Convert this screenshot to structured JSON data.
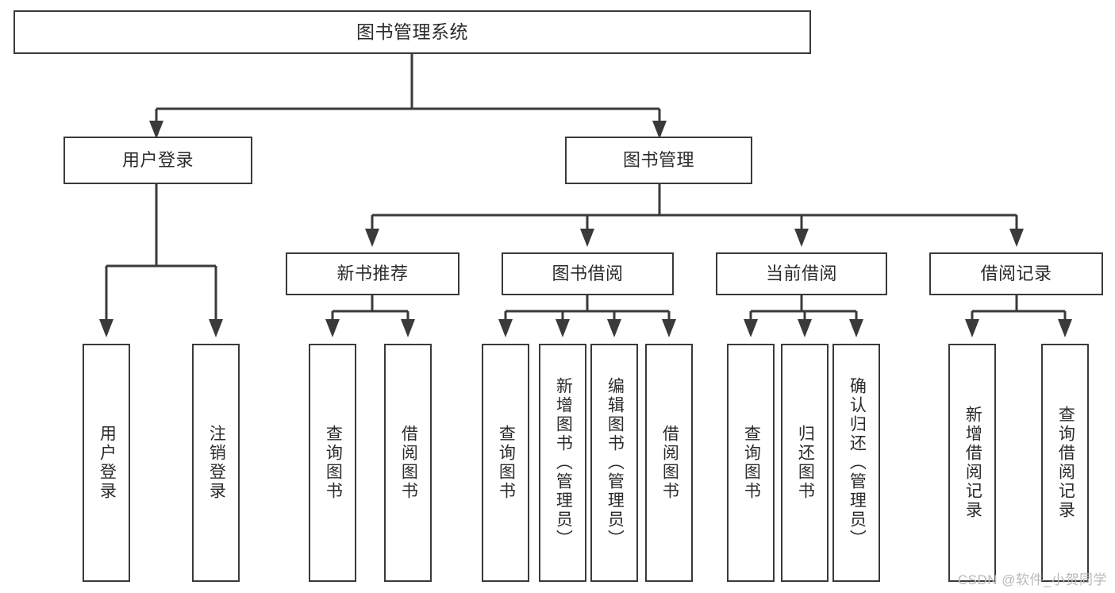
{
  "diagram": {
    "title": "图书管理系统",
    "type": "tree",
    "orientation": "top-down",
    "colors": {
      "box_border": "#3a3a3a",
      "box_fill": "#ffffff",
      "connector": "#3a3a3a",
      "text": "#2b2b2b",
      "watermark": "#b9b9b9",
      "background": "#ffffff"
    },
    "nodes": {
      "root": {
        "label": "图书管理系统",
        "level": 1
      },
      "level2": [
        {
          "id": "user-login",
          "label": "用户登录"
        },
        {
          "id": "book-management",
          "label": "图书管理"
        }
      ],
      "level3": [
        {
          "id": "new-book-recommend",
          "label": "新书推荐",
          "parent": "book-management"
        },
        {
          "id": "book-borrow",
          "label": "图书借阅",
          "parent": "book-management"
        },
        {
          "id": "current-borrow",
          "label": "当前借阅",
          "parent": "book-management"
        },
        {
          "id": "borrow-record",
          "label": "借阅记录",
          "parent": "book-management"
        }
      ],
      "leaves": [
        {
          "id": "leaf-user-login",
          "label": "用户登录",
          "parent": "user-login"
        },
        {
          "id": "leaf-logout-login",
          "label": "注销登录",
          "parent": "user-login"
        },
        {
          "id": "leaf-query-book-1",
          "label": "查询图书",
          "parent": "new-book-recommend"
        },
        {
          "id": "leaf-borrow-book-1",
          "label": "借阅图书",
          "parent": "new-book-recommend"
        },
        {
          "id": "leaf-query-book-2",
          "label": "查询图书",
          "parent": "book-borrow"
        },
        {
          "id": "leaf-add-book",
          "label": "新增图书（管理员）",
          "parent": "book-borrow"
        },
        {
          "id": "leaf-edit-book",
          "label": "编辑图书（管理员）",
          "parent": "book-borrow"
        },
        {
          "id": "leaf-borrow-book-2",
          "label": "借阅图书",
          "parent": "book-borrow"
        },
        {
          "id": "leaf-query-book-3",
          "label": "查询图书",
          "parent": "current-borrow"
        },
        {
          "id": "leaf-return-book",
          "label": "归还图书",
          "parent": "current-borrow"
        },
        {
          "id": "leaf-confirm-return",
          "label": "确认归还（管理员）",
          "parent": "current-borrow"
        },
        {
          "id": "leaf-add-record",
          "label": "新增借阅记录",
          "parent": "borrow-record"
        },
        {
          "id": "leaf-query-record",
          "label": "查询借阅记录",
          "parent": "borrow-record"
        }
      ]
    }
  },
  "watermark": {
    "text": "CSDN @软件_小贺同学"
  }
}
